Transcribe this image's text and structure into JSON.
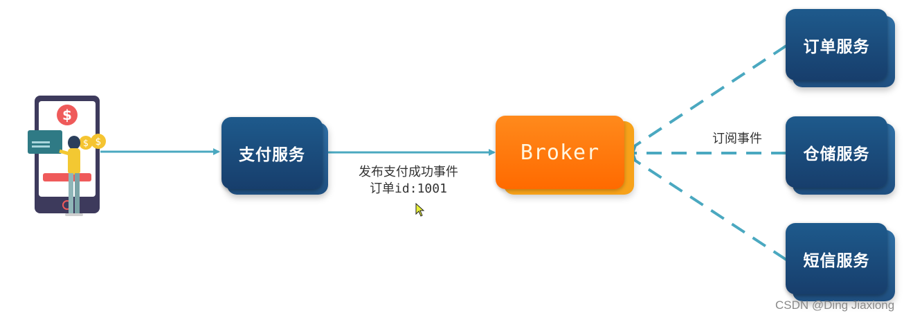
{
  "diagram": {
    "client": {
      "icon": "mobile-payment-illustration"
    },
    "payment_service": {
      "label": "支付服务"
    },
    "broker": {
      "label": "Broker"
    },
    "publish_label": {
      "line1": "发布支付成功事件",
      "line2": "订单id:1001"
    },
    "subscribe_label": "订阅事件",
    "subscribers": [
      {
        "label": "订单服务"
      },
      {
        "label": "仓储服务"
      },
      {
        "label": "短信服务"
      }
    ],
    "colors": {
      "service_box": "#1e4f7e",
      "broker_box": "#ff7a0f",
      "arrow": "#4aa8c0"
    }
  },
  "watermark": "CSDN @Ding Jiaxiong"
}
